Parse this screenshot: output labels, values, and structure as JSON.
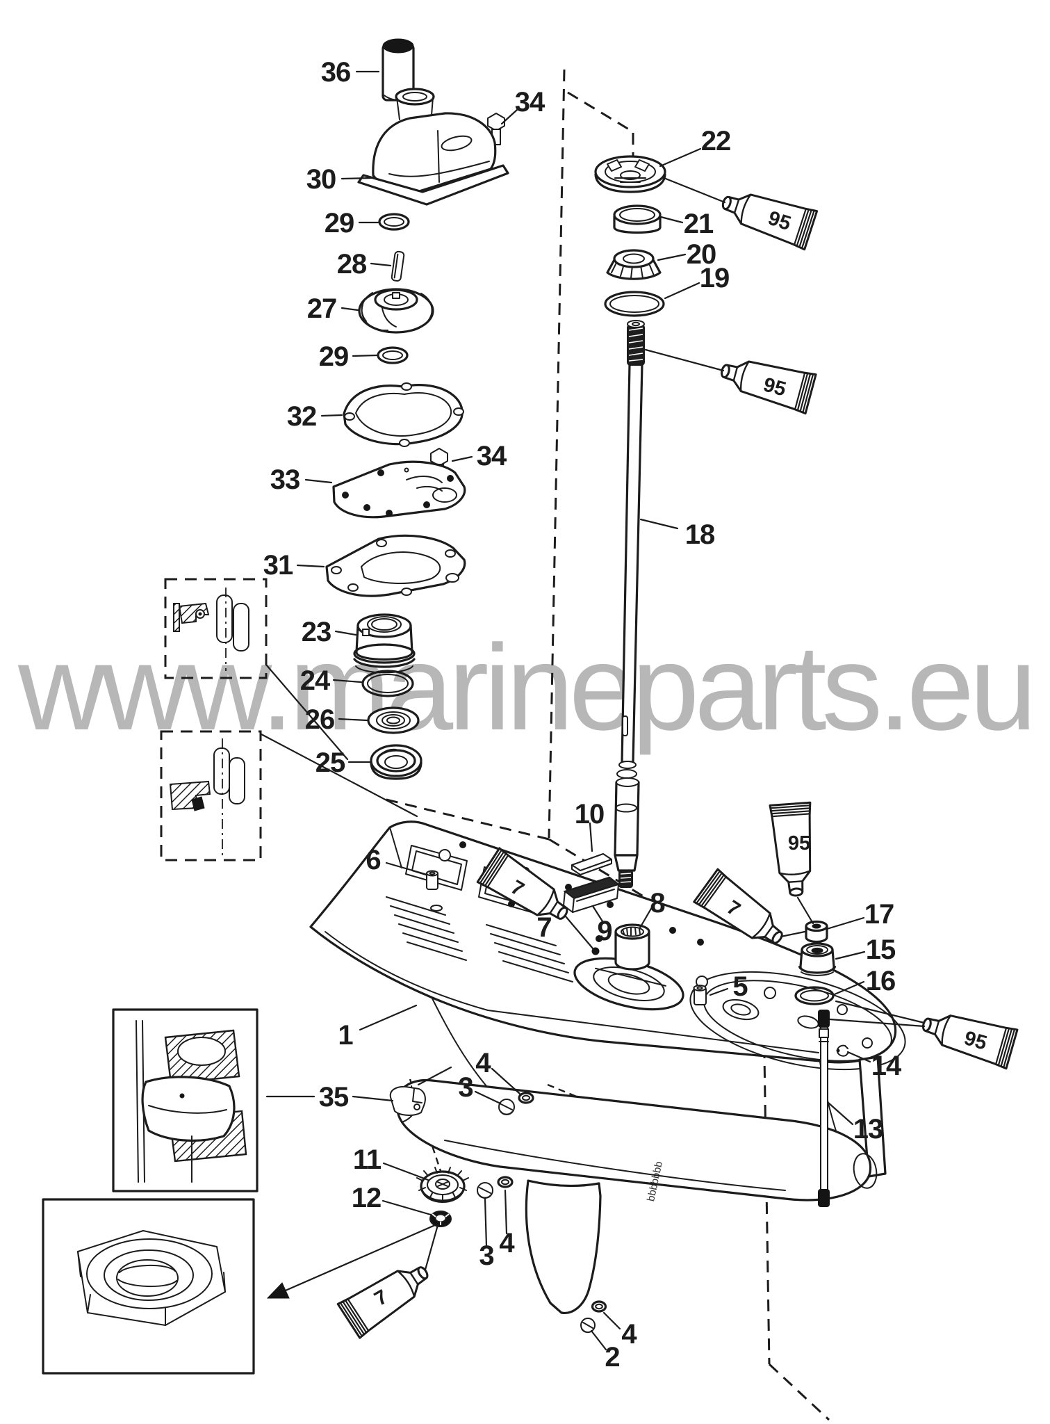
{
  "watermark": {
    "text": "www.marineparts.eu"
  },
  "colors": {
    "ink": "#1c1c1c",
    "watermark": "#b7b7b7",
    "background": "#ffffff"
  },
  "callouts": {
    "n36": "36",
    "n34a": "34",
    "n30": "30",
    "n29a": "29",
    "n28": "28",
    "n27": "27",
    "n29b": "29",
    "n32": "32",
    "n34b": "34",
    "n33": "33",
    "n31": "31",
    "n23": "23",
    "n24": "24",
    "n26": "26",
    "n25": "25",
    "n22": "22",
    "n21": "21",
    "n20": "20",
    "n19": "19",
    "n18": "18",
    "n10": "10",
    "n9": "9",
    "n8": "8",
    "n6": "6",
    "n5": "5",
    "n1": "1",
    "n17": "17",
    "n15": "15",
    "n16": "16",
    "n14": "14",
    "n13": "13",
    "n35": "35",
    "n11": "11",
    "n12": "12",
    "n3a": "3",
    "n4a": "4",
    "n3b": "3",
    "n4b": "4",
    "n4c": "4",
    "n2": "2",
    "n95a": "95",
    "n95b": "95",
    "n95c": "95",
    "n95d": "95",
    "n7a_tube": "7",
    "n7a": "7",
    "n7b": "7",
    "n7c": "7",
    "casting_mark": "bbbbbbb"
  }
}
